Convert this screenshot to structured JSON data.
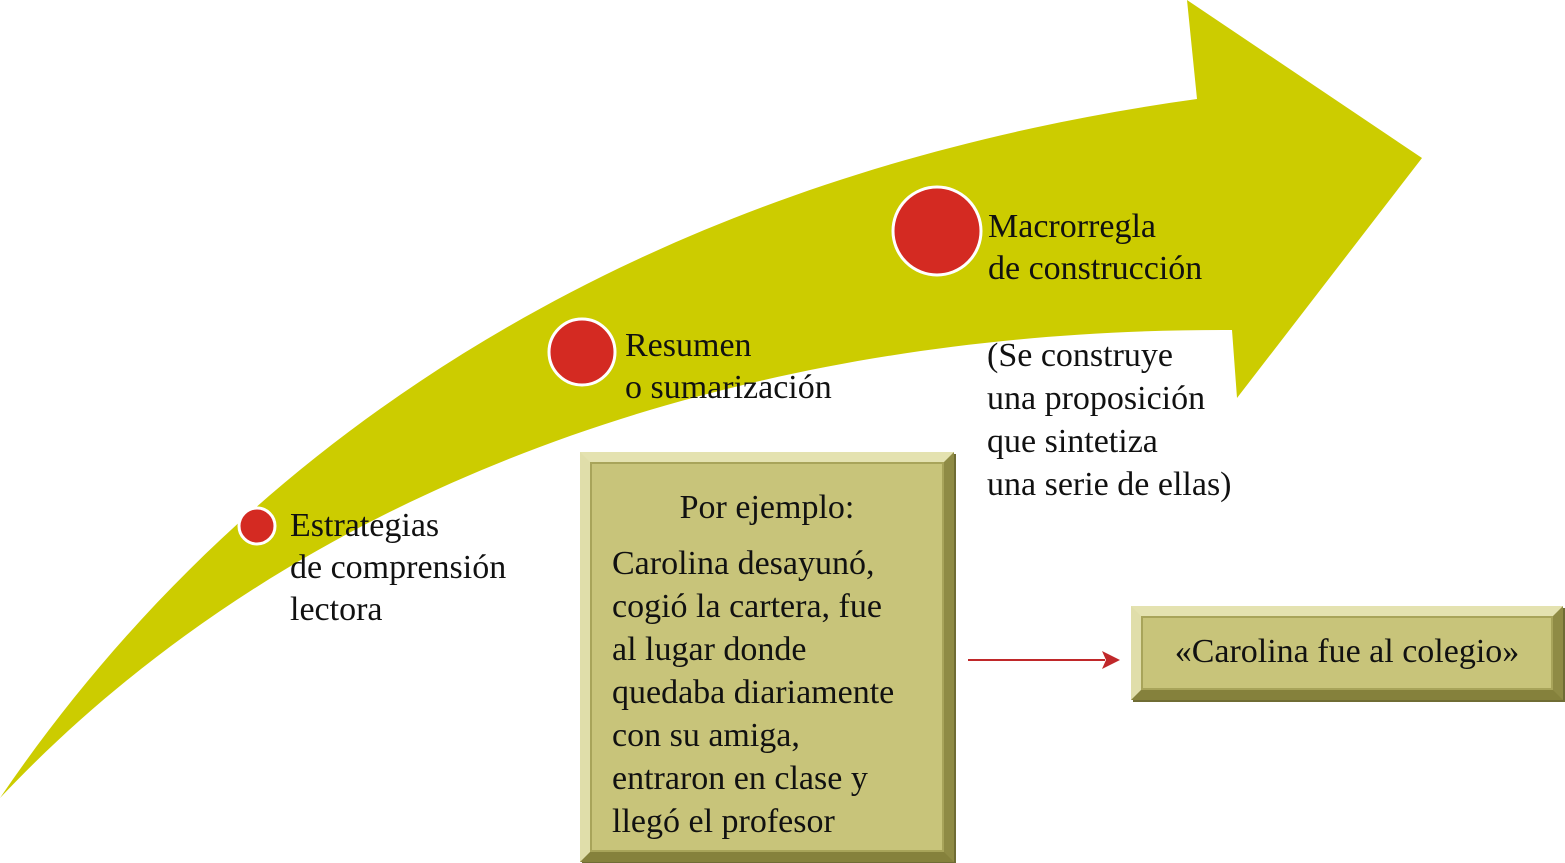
{
  "colors": {
    "arrow": "#cccc00",
    "dot": "#d42a22",
    "box": "#c9c57a",
    "connector": "#c0282a"
  },
  "stages": [
    {
      "lines": [
        "Estrategias",
        "de comprensión",
        "lectora"
      ]
    },
    {
      "lines": [
        "Resumen",
        "o sumarización"
      ]
    },
    {
      "lines": [
        "Macrorregla",
        "de construcción"
      ]
    }
  ],
  "note": {
    "lines": [
      "(Se construye",
      "una proposición",
      "que sintetiza",
      "una serie de ellas)"
    ]
  },
  "example": {
    "title": "Por ejemplo:",
    "lines": [
      "Carolina desayunó,",
      "cogió la cartera, fue",
      "al lugar donde",
      "quedaba diariamente",
      "con su amiga,",
      "entraron en clase y",
      "llegó el profesor"
    ]
  },
  "result": {
    "text": "«Carolina fue al colegio»"
  }
}
